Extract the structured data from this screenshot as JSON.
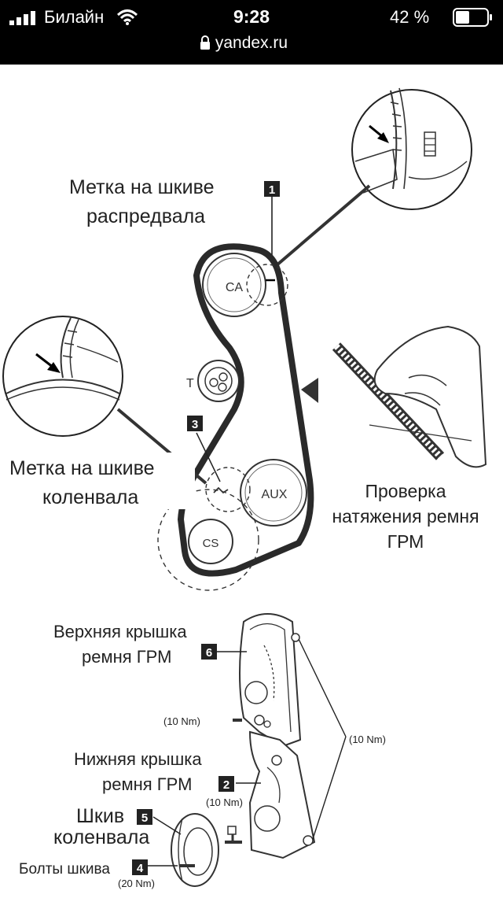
{
  "status_bar": {
    "carrier": "Билайн",
    "time": "9:28",
    "battery_percent": "42 %",
    "url": "yandex.ru"
  },
  "diagram": {
    "callouts": {
      "cam_mark": {
        "line1": "Метка на шкиве",
        "line2": "распредвала",
        "number": "1"
      },
      "crank_mark": {
        "line1": "Метка на шкиве",
        "line2": "коленвала",
        "number": "3"
      },
      "tension_check": {
        "line1": "Проверка",
        "line2": "натяжения ремня",
        "line3": "ГРМ"
      },
      "upper_cover": {
        "line1": "Верхняя крышка",
        "line2": "ремня ГРМ",
        "number": "6"
      },
      "lower_cover": {
        "line1": "Нижняя крышка",
        "line2": "ремня ГРМ",
        "number": "2"
      },
      "crank_pulley": {
        "line1": "Шкив",
        "line2": "коленвала",
        "number": "5"
      },
      "pulley_bolts": {
        "label": "Болты шкива",
        "number": "4"
      }
    },
    "pulleys": {
      "camshaft": "CA",
      "tensioner": "T",
      "auxiliary": "AUX",
      "crankshaft": "CS"
    },
    "torques": {
      "upper_left": "(10 Nm)",
      "right": "(10 Nm)",
      "lower_middle": "(10 Nm)",
      "bolts": "(20 Nm)"
    }
  }
}
